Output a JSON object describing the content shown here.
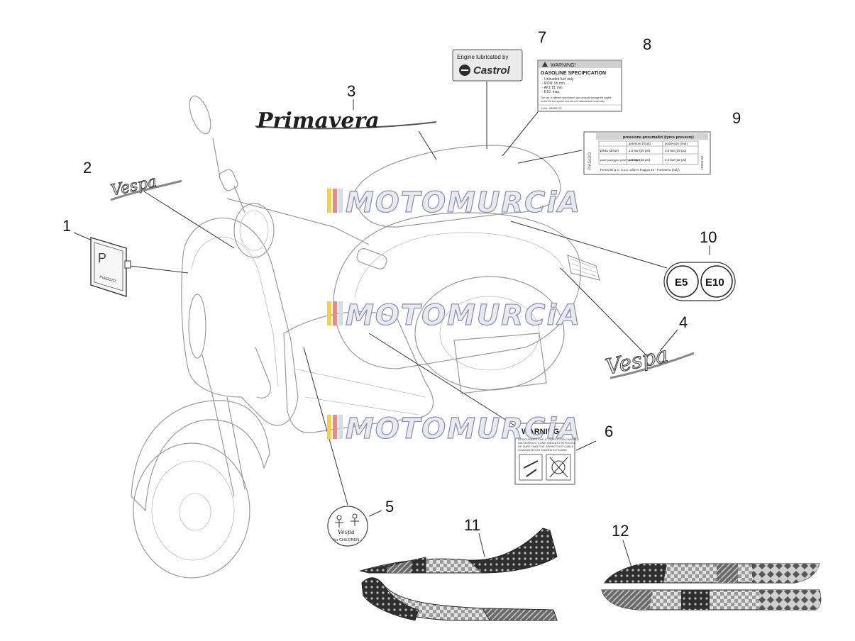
{
  "watermark": {
    "text": "MOTOMURCiA"
  },
  "callouts": [
    "1",
    "2",
    "3",
    "4",
    "5",
    "6",
    "7",
    "8",
    "9",
    "10",
    "11",
    "12"
  ],
  "parts": {
    "primavera_logo": "Primavera",
    "vespa_logo": "Vespa",
    "piaggio_badge_text": "PIAGGIO",
    "castrol_label": {
      "line1": "Engine lubricated by",
      "brand": "Castrol"
    },
    "gasoline_label": {
      "warning": "WARNING!",
      "title": "GASOLINE SPECIFICATION",
      "lines": [
        "- Unleaded fuel only",
        "- RON: 95 min.",
        "- AKI: 91 min.",
        "- E10: max."
      ],
      "note1": "The use of different specification can seriously damage the engine",
      "note2": "and/or the fuel system and will void manufacturer's warranty",
      "code": "Code: 1B008797"
    },
    "tyre_label": {
      "title": "pressione pneumatici (tyres pressure)",
      "brand": "PIAGGIO",
      "code": "1D000161",
      "col_front": "anteriore (front)",
      "col_rear": "posteriore (rear)",
      "rows": [
        {
          "who": "pilota (driver)",
          "front": "1.8 bar (26 psi)",
          "rear": "2.0 bar (29 psi)"
        },
        {
          "who": "pilota+passeggero (driver+passenger)",
          "front": "1.8 bar (26 psi)",
          "rear": "2.2 bar (32 psi)"
        }
      ],
      "footer": "PIAGGIO & C. S.p.a. viale R.Piaggio 25 - Pontedera (Italy)"
    },
    "fuel_badges": [
      "E5",
      "E10"
    ],
    "children_sticker": {
      "brand": "Vespa",
      "text": "for CHILDREN"
    },
    "spark_warning": {
      "title": "WARNING",
      "line1": "ASSICURARSI CHE IL CAPPUCCIO CANDELA",
      "line2": "SIA MONTATO COME INDICATO IN FIGURA",
      "line3": "BE SURE THAT THE SPARK PLUG CABLE",
      "line4": "IS MOUNTED AS SHOWN IN FIGURE"
    }
  },
  "colors": {
    "watermark_outline": "#8b93b5",
    "watermark_stripes": [
      "#f2d24a",
      "#e88a8a",
      "#d3dbe8"
    ],
    "castrol_green": "#2d2d2d",
    "decal_dark": "#3a3a3a",
    "decal_mid": "#8a8a8a",
    "decal_light": "#d6d6d6"
  }
}
